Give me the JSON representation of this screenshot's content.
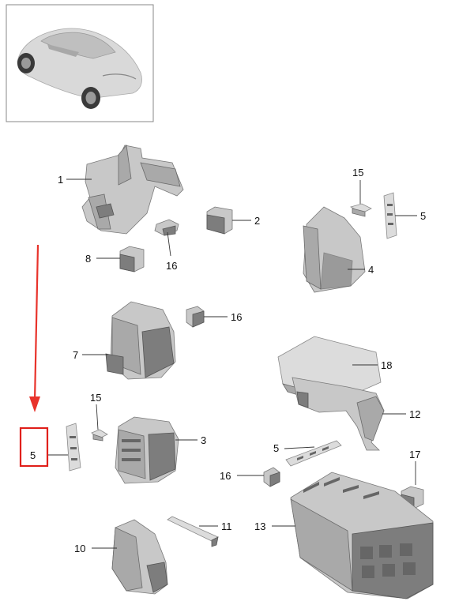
{
  "callouts": [
    {
      "id": "c1",
      "label": "1"
    },
    {
      "id": "c2",
      "label": "2"
    },
    {
      "id": "c3",
      "label": "3"
    },
    {
      "id": "c4",
      "label": "4"
    },
    {
      "id": "c5a",
      "label": "5"
    },
    {
      "id": "c5b",
      "label": "5"
    },
    {
      "id": "c5c",
      "label": "5"
    },
    {
      "id": "c7",
      "label": "7"
    },
    {
      "id": "c8",
      "label": "8"
    },
    {
      "id": "c10",
      "label": "10"
    },
    {
      "id": "c11",
      "label": "11"
    },
    {
      "id": "c12",
      "label": "12"
    },
    {
      "id": "c13",
      "label": "13"
    },
    {
      "id": "c15a",
      "label": "15"
    },
    {
      "id": "c15b",
      "label": "15"
    },
    {
      "id": "c16a",
      "label": "16"
    },
    {
      "id": "c16b",
      "label": "16"
    },
    {
      "id": "c16c",
      "label": "16"
    },
    {
      "id": "c17",
      "label": "17"
    },
    {
      "id": "c18",
      "label": "18"
    }
  ],
  "highlight": {
    "label": "5",
    "box_color": "#e0201b",
    "arrow_color": "#e8332b"
  },
  "colors": {
    "frame": "#888888",
    "part_dark": "#7d7d7d",
    "part_light": "#c8c8c8"
  }
}
